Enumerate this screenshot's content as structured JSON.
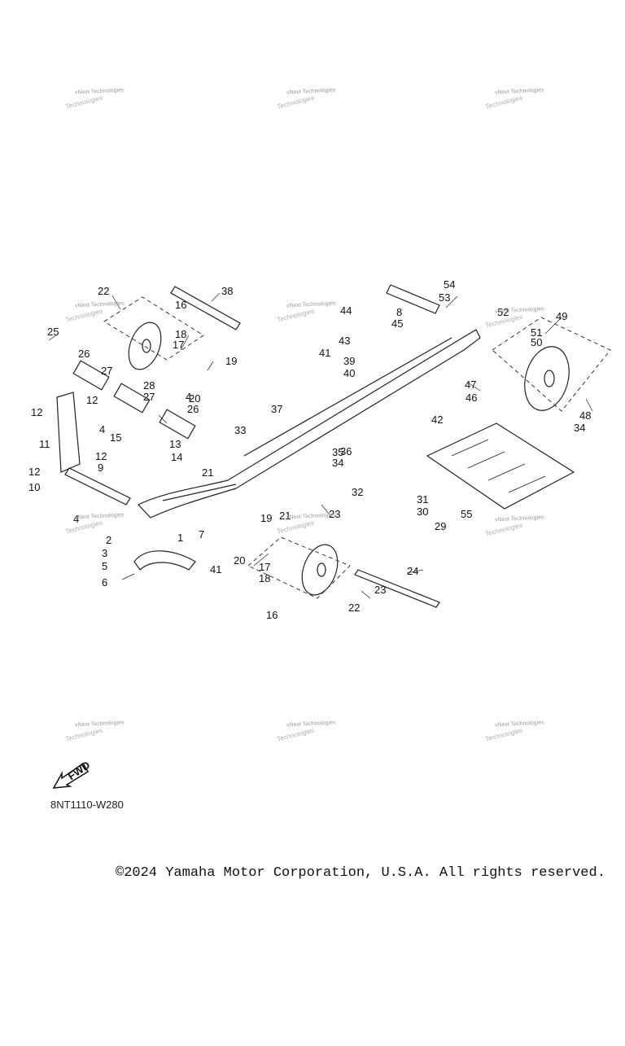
{
  "watermark": {
    "line1": "vNext Technologies",
    "line2": "Technologies"
  },
  "callouts": [
    "1",
    "2",
    "3",
    "4",
    "4",
    "4",
    "5",
    "6",
    "7",
    "8",
    "9",
    "10",
    "11",
    "12",
    "12",
    "12",
    "12",
    "13",
    "14",
    "15",
    "16",
    "16",
    "17",
    "17",
    "18",
    "18",
    "19",
    "19",
    "20",
    "20",
    "21",
    "21",
    "22",
    "22",
    "23",
    "23",
    "24",
    "25",
    "26",
    "26",
    "27",
    "27",
    "28",
    "29",
    "30",
    "31",
    "32",
    "33",
    "34",
    "34",
    "35",
    "36",
    "37",
    "38",
    "39",
    "40",
    "41",
    "41",
    "42",
    "43",
    "44",
    "45",
    "46",
    "47",
    "48",
    "49",
    "50",
    "51",
    "52",
    "53",
    "54",
    "55"
  ],
  "fwd_label": "FWD",
  "diagram_code": "8NT1110-W280",
  "copyright": "©2024 Yamaha Motor Corporation, U.S.A. All rights reserved."
}
